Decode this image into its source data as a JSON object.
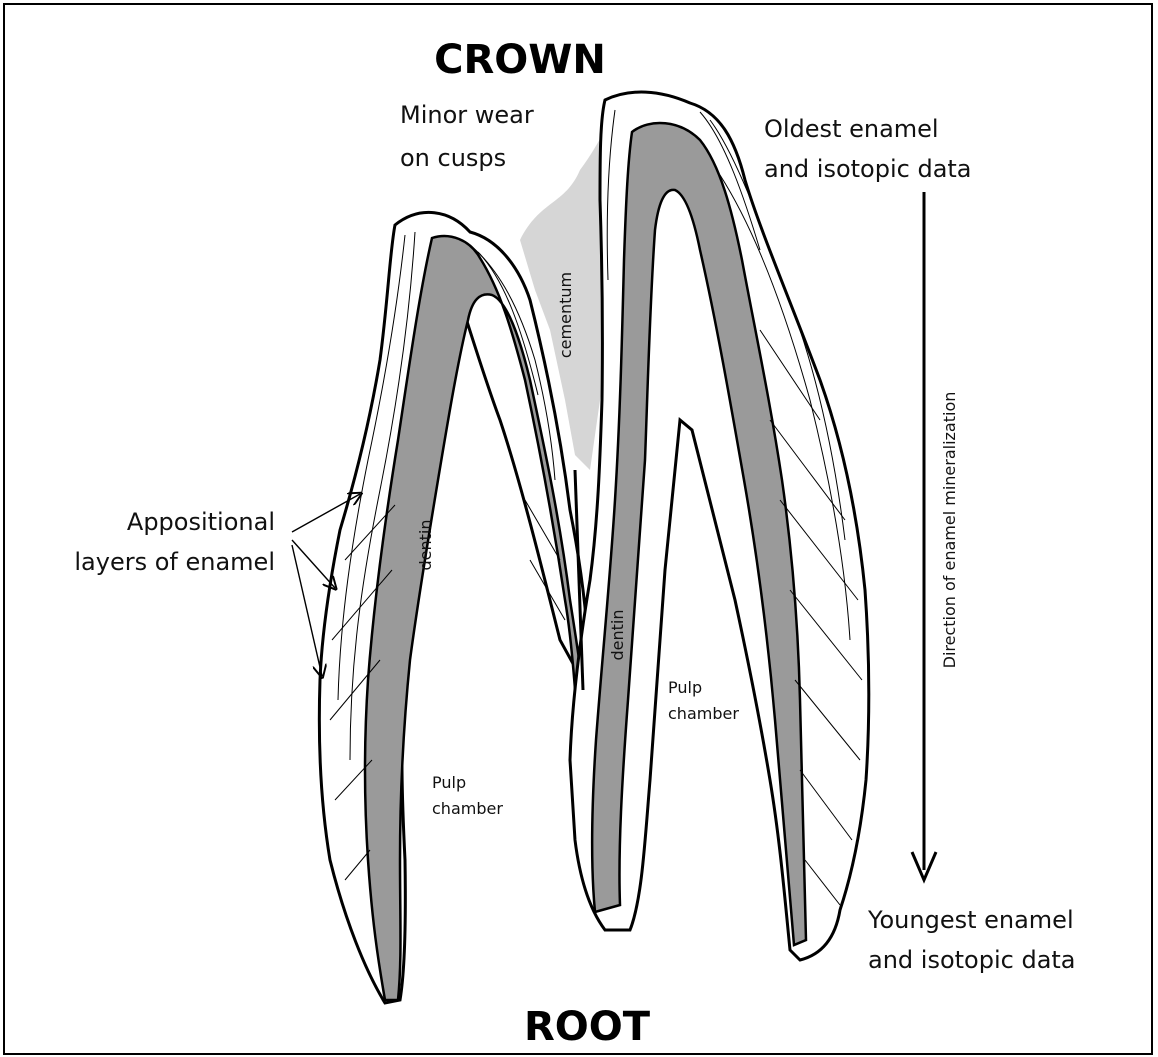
{
  "diagram": {
    "title_top": "CROWN",
    "title_bottom": "ROOT",
    "labels": {
      "minor_wear": [
        "Minor wear",
        "on cusps"
      ],
      "oldest": [
        "Oldest enamel",
        "and isotopic data"
      ],
      "youngest": [
        "Youngest enamel",
        "and isotopic data"
      ],
      "appositional": [
        "Appositional",
        "layers of enamel"
      ],
      "cementum": "cementum",
      "dentin_left": "dentin",
      "dentin_right": "dentin",
      "pulp_left": [
        "Pulp",
        "chamber"
      ],
      "pulp_right": [
        "Pulp",
        "chamber"
      ],
      "direction": "Direction of enamel mineralization"
    },
    "colors": {
      "dentin": "#9a9a9a",
      "cementum": "#d6d6d6",
      "outline": "#000000",
      "background": "#ffffff"
    }
  }
}
